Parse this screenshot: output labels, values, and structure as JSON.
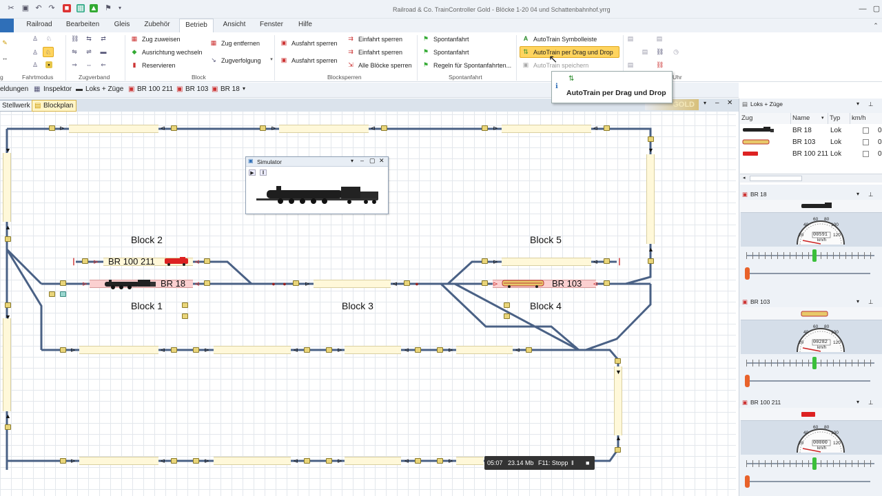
{
  "window": {
    "title": "Railroad & Co. TrainController Gold - Blöcke 1-20 04 und Schattenbahnhof.yrrg"
  },
  "ribbon_tabs": [
    "Railroad",
    "Bearbeiten",
    "Gleis",
    "Zubehör",
    "Betrieb",
    "Ansicht",
    "Fenster",
    "Hilfe"
  ],
  "active_tab": "Betrieb",
  "ribbon": {
    "groups": {
      "fahrtmodus": "Fahrtmodus",
      "zugverband": "Zugverband",
      "block": "Block",
      "blocksperren": "Blocksperren",
      "spontanfahrt": "Spontanfahrt",
      "uhr": "Uhr"
    },
    "block": {
      "zug_zuweisen": "Zug zuweisen",
      "ausrichtung": "Ausrichtung wechseln",
      "reservieren": "Reservieren",
      "zug_entfernen": "Zug entfernen",
      "zugverfolgung": "Zugverfolgung"
    },
    "blocksperren": {
      "ausfahrt1": "Ausfahrt sperren",
      "ausfahrt2": "Ausfahrt sperren",
      "einfahrt1": "Einfahrt sperren",
      "einfahrt2": "Einfahrt sperren",
      "alle": "Alle Blöcke sperren"
    },
    "spontanfahrt": {
      "s1": "Spontanfahrt",
      "s2": "Spontanfahrt",
      "regeln": "Regeln für Spontanfahrten..."
    },
    "autotrain": {
      "symbolleiste": "AutoTrain Symbolleiste",
      "drag_drop": "AutoTrain per Drag und Drop",
      "speichern": "AutoTrain speichern"
    }
  },
  "tooltip": {
    "text": "AutoTrain per Drag und Drop"
  },
  "doc_toolbar": {
    "items": [
      "eldungen",
      "Inspektor",
      "Loks + Züge",
      "BR 100 211",
      "BR 103",
      "BR 18"
    ]
  },
  "layout_tabs": [
    "Stellwerk",
    "Blockplan"
  ],
  "active_layout_tab": "Blockplan",
  "gold_badge": "GOLD",
  "blocks": {
    "b1": "Block 1",
    "b2": "Block 2",
    "b3": "Block 3",
    "b4": "Block 4",
    "b5": "Block 5"
  },
  "trains_on_plan": {
    "t1": "BR 100 211",
    "t2": "BR 18",
    "t3": "BR 103"
  },
  "simulator": {
    "title": "Simulator"
  },
  "status": {
    "time": "05:07",
    "memory": "23.14 Mb",
    "hint": "F11: Stopp"
  },
  "panel": {
    "title": "Loks + Züge",
    "columns": [
      "Zug",
      "Name",
      "Typ",
      "km/h"
    ],
    "rows": [
      {
        "name": "BR 18",
        "typ": "Lok",
        "kmh": "0"
      },
      {
        "name": "BR 103",
        "typ": "Lok",
        "kmh": "0"
      },
      {
        "name": "BR 100 211",
        "typ": "Lok",
        "kmh": "0"
      }
    ]
  },
  "cabs": [
    {
      "title": "BR 18",
      "digits": "00591",
      "unit": "km/h",
      "ticks": [
        "20",
        "40",
        "60",
        "80",
        "100",
        "120"
      ]
    },
    {
      "title": "BR 103",
      "digits": "00282",
      "unit": "km/h",
      "ticks": [
        "20",
        "40",
        "60",
        "80",
        "100",
        "120"
      ]
    },
    {
      "title": "BR 100 211",
      "digits": "00000",
      "unit": "km/h",
      "ticks": [
        "20",
        "40",
        "60",
        "80",
        "100",
        "120"
      ]
    }
  ],
  "colors": {
    "accent": "#2f6fb8",
    "track": "#4a6185",
    "block_free": "#fff8d9",
    "block_occupied": "#fbd0d0",
    "highlight": "#ffd45e"
  }
}
